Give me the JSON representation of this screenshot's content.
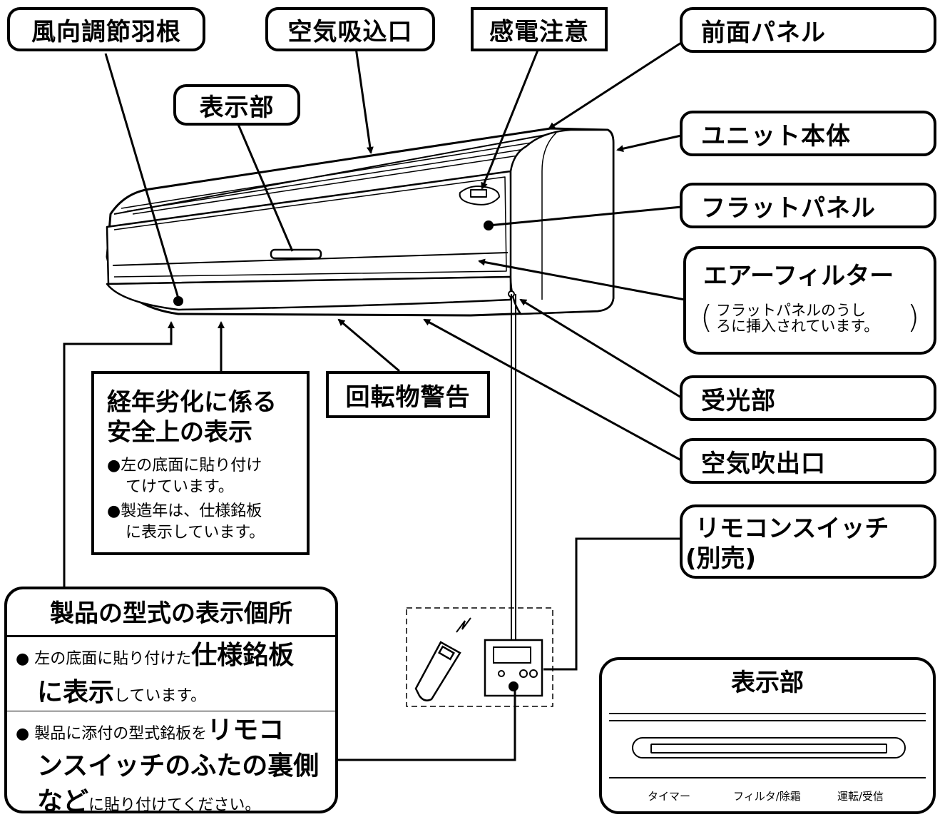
{
  "labels": {
    "louver": "風向調節羽根",
    "air_intake": "空気吸込口",
    "shock_caution": "感電注意",
    "front_panel": "前面パネル",
    "display": "表示部",
    "unit_body": "ユニット本体",
    "flat_panel": "フラットパネル",
    "air_filter": "エアーフィルター",
    "air_filter_note_1": "フラットパネルのうし",
    "air_filter_note_2": "ろに挿入されています。",
    "receiver": "受光部",
    "rotation_warning": "回転物警告",
    "air_outlet": "空気吹出口",
    "remote_switch": "リモコンスイッチ",
    "remote_switch_sub": "(別売)"
  },
  "aging_box": {
    "title_1": "経年劣化に係る",
    "title_2": "安全上の表示",
    "note_1a": "●左の底面に貼り付け",
    "note_1b": "てけています。",
    "note_2a": "●製造年は、仕様銘板",
    "note_2b": "に表示しています。"
  },
  "model_box": {
    "title": "製品の型式の表示個所",
    "item1_prefix": "● 左の底面に貼り付けた",
    "item1_bold_a": "仕様銘板",
    "item1_bold_b": "に表示",
    "item1_suffix": "しています。",
    "item2_prefix": "● 製品に添付の型式銘板を",
    "item2_bold_a": "リモコ",
    "item2_bold_b": "ンスイッチのふたの裏側",
    "item2_bold_c": "など",
    "item2_suffix": "に貼り付けてください。"
  },
  "display_detail": {
    "title": "表示部",
    "lamp_1": "タイマー",
    "lamp_2": "フィルタ/除霜",
    "lamp_3": "運転/受信"
  }
}
